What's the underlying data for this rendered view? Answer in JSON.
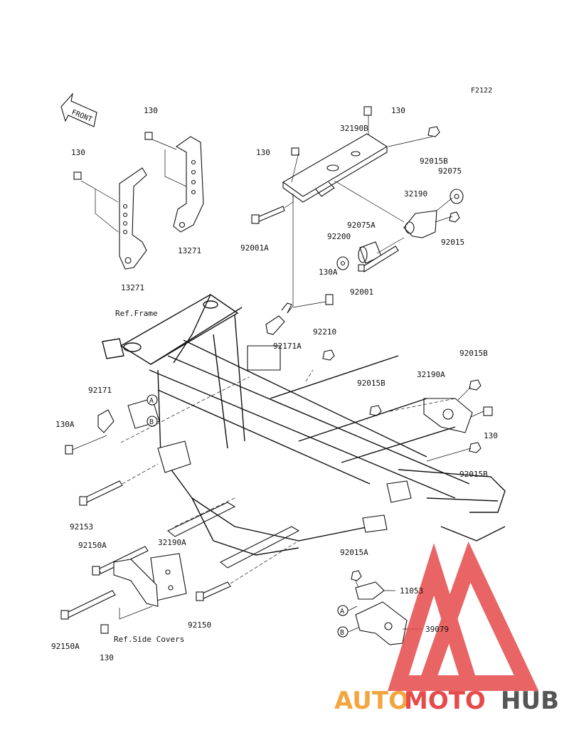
{
  "diagram": {
    "figure_code": "F2122",
    "front_arrow_label": "FRONT",
    "ref_labels": {
      "frame": "Ref.Frame",
      "side_covers": "Ref.Side Covers"
    },
    "circle_markers": [
      "A",
      "B"
    ],
    "parts": {
      "p130_a": "130",
      "p130_b": "130",
      "p130_c": "130",
      "p130_d": "130",
      "p130_e": "130",
      "p130_f": "130",
      "p13271_left": "13271",
      "p13271_right": "13271",
      "p32190B": "32190B",
      "p92015B_top": "92015B",
      "p92075": "92075",
      "p32190": "32190",
      "p92075A": "92075A",
      "p92200": "92200",
      "p92015": "92015",
      "p92001A": "92001A",
      "p130A_top": "130A",
      "p92001": "92001",
      "p92171A": "92171A",
      "p92210": "92210",
      "p92015B_right_top": "92015B",
      "p32190A": "32190A",
      "p92015B_mid": "92015B",
      "p92171": "92171",
      "p130A_left": "130A",
      "p92015B_right_low": "92015B",
      "p92153": "92153",
      "p92150A_top": "92150A",
      "p32190A_low": "32190A",
      "p92150": "92150",
      "p92150A_low": "92150A",
      "p92015A": "92015A",
      "p11053": "11053",
      "p39079": "39079"
    }
  },
  "watermark": {
    "part1": "AUTO",
    "part2": "MOTO",
    "part3": "HUB",
    "colors": {
      "auto": "#f2a640",
      "moto": "#e64a4a",
      "hub": "#555555",
      "triangle": "#e64a4a"
    }
  }
}
